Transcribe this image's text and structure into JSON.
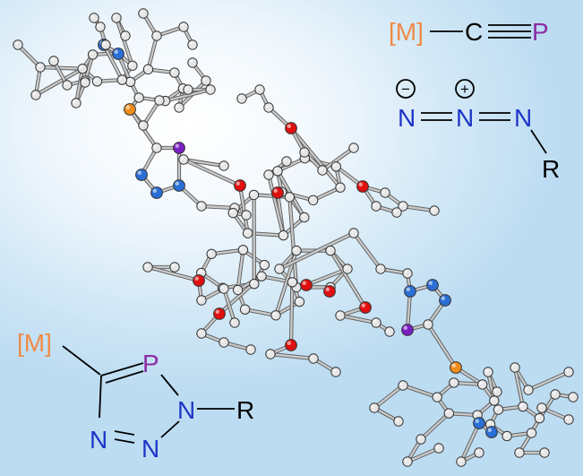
{
  "palette": {
    "metal": "#f08a46",
    "carbon": "#000000",
    "nitrogen": "#1f36c8",
    "phosphorus": "#8a2da4",
    "oxygen_atom": "#e01010",
    "nitrogen_atom": "#2a6fd6",
    "phosphorus_atom": "#7a1fc4",
    "metal_atom": "#f08c1c",
    "carbon_atom": "#e6e6e6"
  },
  "reagents": {
    "phosphaalkyne": {
      "metal": "[M]",
      "carbon": "C",
      "phosphorus": "P"
    },
    "azide": {
      "n1": "N",
      "n2": "N",
      "n3": "N",
      "charge_minus": "−",
      "charge_plus": "+",
      "substituent": "R"
    }
  },
  "product": {
    "metal": "[M]",
    "phosphorus": "P",
    "n_ring": "N",
    "n_left": "N",
    "n_right": "N",
    "substituent": "R"
  }
}
